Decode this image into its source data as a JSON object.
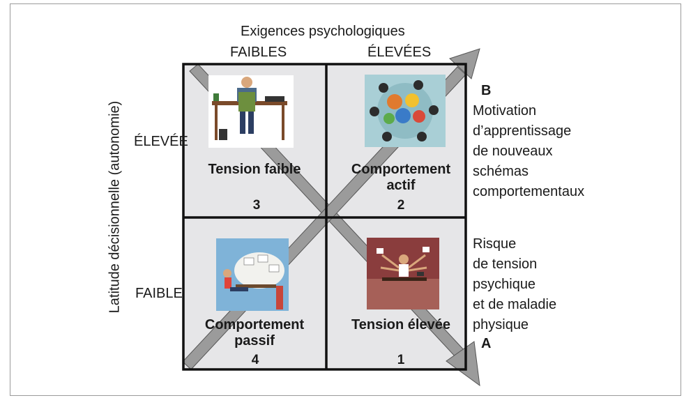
{
  "axes": {
    "x_title": "Exigences psychologiques",
    "x_low": "FAIBLES",
    "x_high": "ÉLEVÉES",
    "y_title": "Latitude décisionnelle (autonomie)",
    "y_high": "ÉLEVÉE",
    "y_low": "FAIBLE"
  },
  "quadrants": [
    {
      "label": "Tension faible",
      "number": "3"
    },
    {
      "label_line1": "Comportement",
      "label_line2": "actif",
      "number": "2"
    },
    {
      "label_line1": "Comportement",
      "label_line2": "passif",
      "number": "4"
    },
    {
      "label": "Tension élevée",
      "number": "1"
    }
  ],
  "arrow_b": {
    "letter": "B",
    "lines": [
      "Motivation",
      "d’apprentissage",
      "de nouveaux",
      "schémas",
      "comportementaux"
    ]
  },
  "arrow_a": {
    "letter": "A",
    "lines": [
      "Risque",
      "de tension",
      "psychique",
      "et de maladie",
      "physique"
    ]
  },
  "colors": {
    "quadrant_fill": "#e6e6e8",
    "grid_line": "#111111",
    "arrow_fill": "#9b9b9b",
    "arrow_stroke": "#555555"
  }
}
